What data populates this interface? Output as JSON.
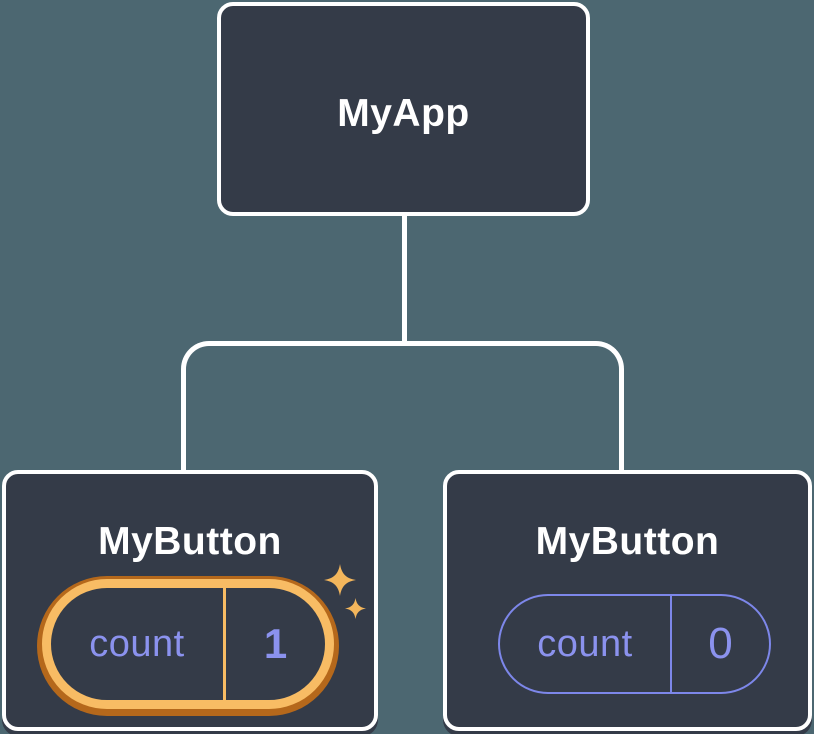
{
  "diagram": {
    "description": "React component tree diagram",
    "colors": {
      "background": "#4C6771",
      "node_fill": "#343B48",
      "node_border": "#FFFFFF",
      "connector": "#FFFFFF",
      "state_purple": "#8B92EE",
      "pill_outline_purple": "#7D87EA",
      "highlight_orange_light": "#F8BC64",
      "highlight_orange_dark": "#B5681B",
      "sparkle_orange": "#F3B65C"
    },
    "root": {
      "label": "MyApp"
    },
    "children": [
      {
        "label": "MyButton",
        "highlighted": true,
        "sparkles": true,
        "state": {
          "key": "count",
          "value": "1"
        }
      },
      {
        "label": "MyButton",
        "highlighted": false,
        "sparkles": false,
        "state": {
          "key": "count",
          "value": "0"
        }
      }
    ]
  }
}
